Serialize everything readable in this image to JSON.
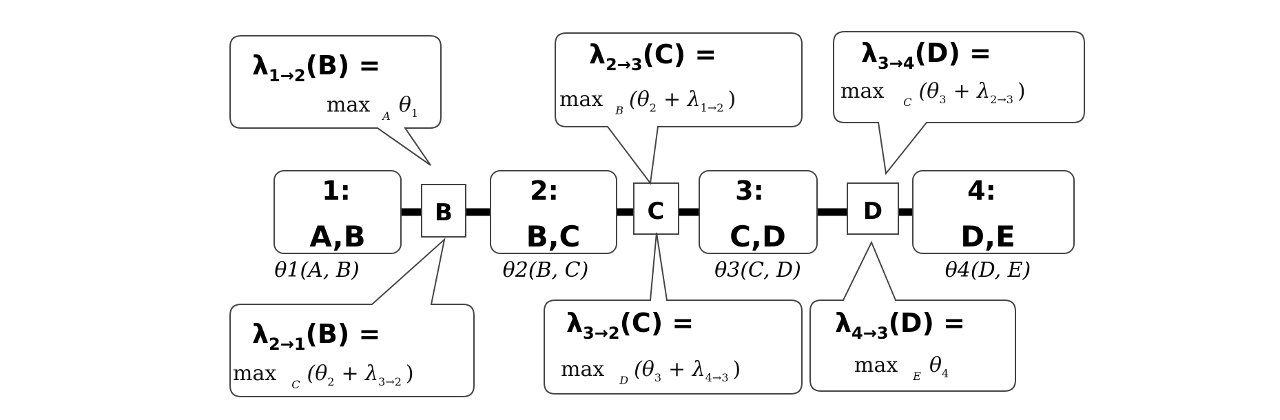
{
  "clusters": [
    {
      "number": "1:",
      "vars": "A,B",
      "potential": "θ1(A, B)"
    },
    {
      "number": "2:",
      "vars": "B,C",
      "potential": "θ2(B, C)"
    },
    {
      "number": "3:",
      "vars": "C,D",
      "potential": "θ3(C, D)"
    },
    {
      "number": "4:",
      "vars": "D,E",
      "potential": "θ4(D, E)"
    }
  ],
  "separators": [
    "B",
    "C",
    "D"
  ],
  "messages": {
    "m12": {
      "lambda": "λ",
      "sub": "1→2",
      "arg": "(B) =",
      "max": "max",
      "max_sub": "A",
      "expr": "θ",
      "expr_sub": "1"
    },
    "m23": {
      "lambda": "λ",
      "sub": "2→3",
      "arg": "(C) =",
      "max": "max",
      "max_sub": "B",
      "expr": "(θ",
      "expr_sub": "2",
      "plus": "+ λ",
      "plus_sub": "1→2",
      "close": ")"
    },
    "m34": {
      "lambda": "λ",
      "sub": "3→4",
      "arg": "(D) =",
      "max": "max",
      "max_sub": "C",
      "expr": "(θ",
      "expr_sub": "3",
      "plus": "+ λ",
      "plus_sub": "2→3",
      "close": ")"
    },
    "m21": {
      "lambda": "λ",
      "sub": "2→1",
      "arg": "(B) =",
      "max": "max",
      "max_sub": "C",
      "expr": "(θ",
      "expr_sub": "2",
      "plus": "+ λ",
      "plus_sub": "3→2",
      "close": ")"
    },
    "m32": {
      "lambda": "λ",
      "sub": "3→2",
      "arg": "(C) =",
      "max": "max",
      "max_sub": "D",
      "expr": "(θ",
      "expr_sub": "3",
      "plus": "+ λ",
      "plus_sub": "4→3",
      "close": ")"
    },
    "m43": {
      "lambda": "λ",
      "sub": "4→3",
      "arg": "(D) =",
      "max": "max",
      "max_sub": "E",
      "expr": "θ",
      "expr_sub": "4"
    }
  }
}
